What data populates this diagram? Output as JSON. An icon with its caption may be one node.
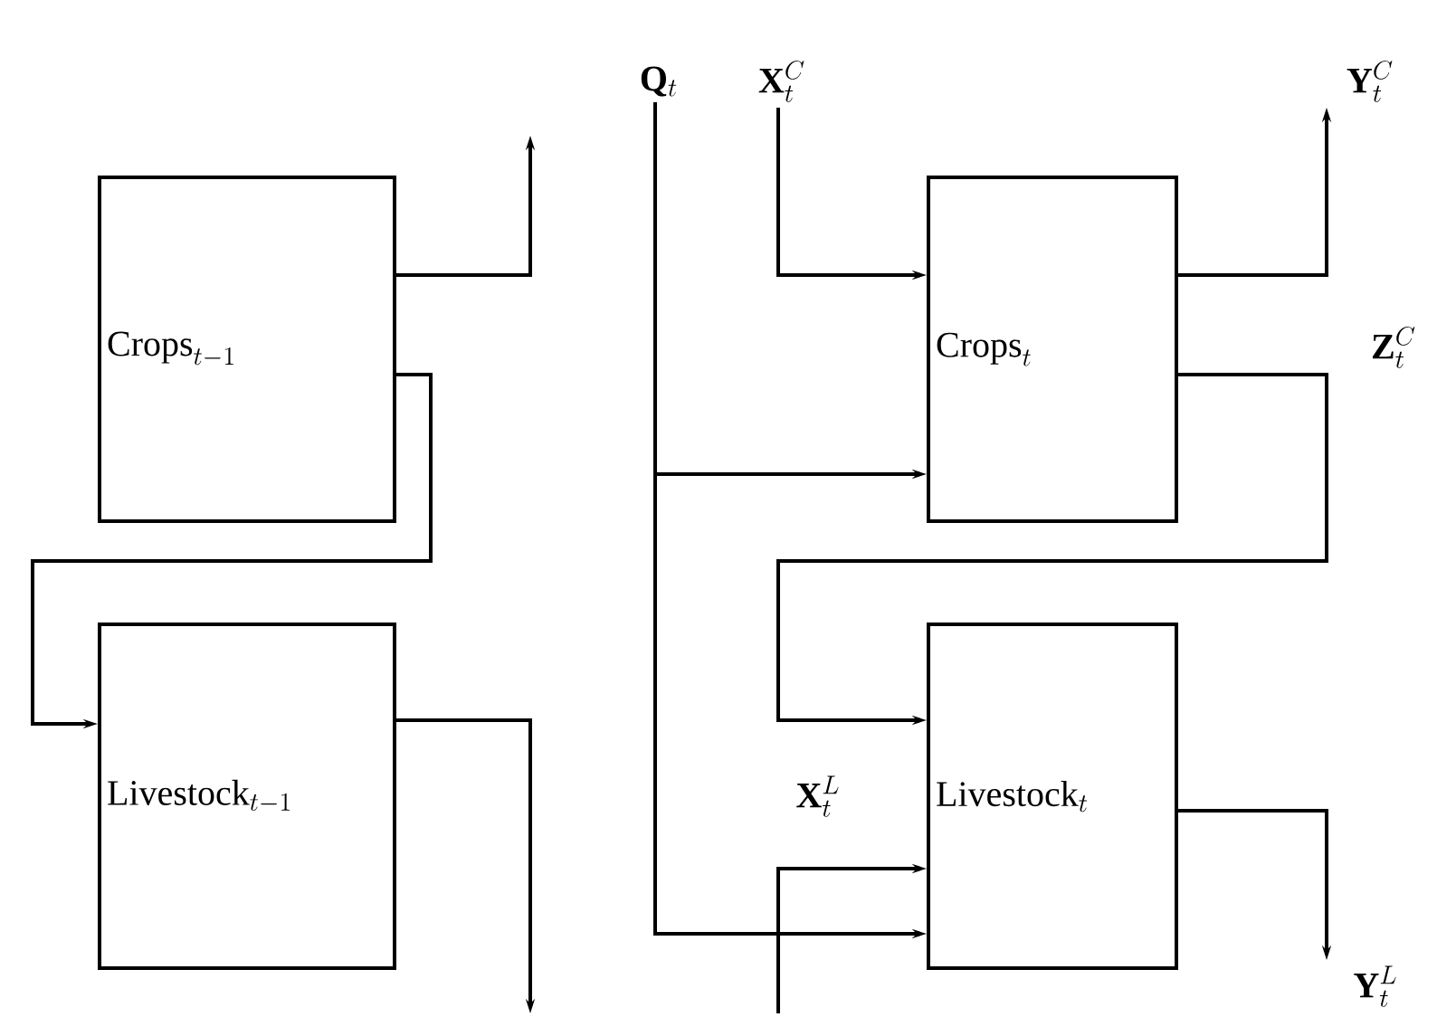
{
  "diagram": {
    "nodes": [
      {
        "text": [
          "\\mathbf{Q}_t"
        ]
      },
      {
        "text": [
          "\\mathbf{X}_t^C"
        ]
      },
      {
        "text": [
          "\\mathbf{Y}_t^C"
        ]
      },
      {
        "text": [
          "\\mathrm{Crops}_{t-1}"
        ]
      },
      {
        "text": [
          "\\mathrm{Crops}_{t}"
        ]
      },
      {
        "text": [
          "\\mathrm{Livestock}_{t-1}"
        ]
      },
      {
        "text": [
          "\\mathrm{Livestock}_{t}"
        ]
      },
      {
        "text": [
          "\\mathbf{Y}_t^L"
        ]
      }
    ],
    "edges": [
      {
        "from": 3,
        "to": null,
        "arrow": "to"
      },
      {
        "from": 3,
        "to": 5,
        "arrow": "to"
      },
      {
        "from": 5,
        "to": null,
        "arrow": "to"
      },
      {
        "from": 0,
        "to": 4,
        "arrow": "to"
      },
      {
        "from": 0,
        "to": 6,
        "arrow": "to"
      },
      {
        "from": 1,
        "to": 4,
        "arrow": "to"
      },
      {
        "from": 4,
        "to": 2,
        "arrow": "to"
      },
      {
        "from": 4,
        "to": 6,
        "arrow": "to",
        "label": "\\mathbf{Z}_t^C"
      },
      {
        "from": null,
        "to": 6,
        "arrow": "to",
        "label": "\\mathbf{X}_t^L"
      },
      {
        "from": 6,
        "to": 7,
        "arrow": "to"
      }
    ]
  }
}
